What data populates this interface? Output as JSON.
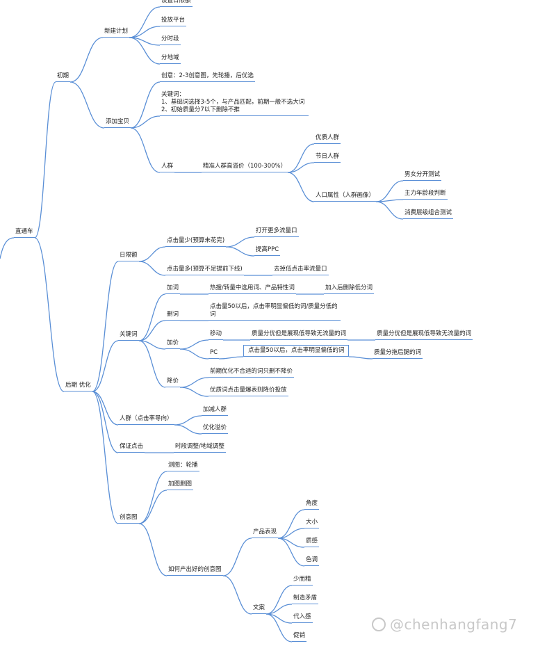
{
  "root": "直通车",
  "early": {
    "label": "初期",
    "new_plan": {
      "label": "新建计划",
      "children": [
        "设置日限额",
        "投放平台",
        "分时段",
        "分地域"
      ]
    },
    "add_item": {
      "label": "添加宝贝",
      "creative": "创意：2-3创意图，先轮播，后优选",
      "keywords": "关键词：\n1、基础词选择3-5个，与产品匹配，前期一般不选大词\n2、初始质量分7以下删除不推",
      "crowd": {
        "label": "人群",
        "bid": "精准人群高溢价（100-300%）",
        "children": [
          "优质人群",
          "节日人群"
        ],
        "demographics": {
          "label": "人口属性（人群画像）",
          "children": [
            "男女分开测试",
            "主力年龄段判断",
            "消费层级组合测试"
          ]
        }
      }
    }
  },
  "later": {
    "label": "后期 优化",
    "budget": {
      "label": "日限额",
      "few_clicks": "点击量少(预算未花完)",
      "few_clicks_actions": [
        "打开更多流量口",
        "提高PPC"
      ],
      "many_clicks": "点击量多(预算不足提前下线)",
      "many_clicks_action": "去掉低点击率流量口"
    },
    "keywords": {
      "label": "关键词",
      "add_word": "加词",
      "add_word_desc": "热搜/转量中选用词、产品特性词",
      "add_word_after": "加入后删除低分词",
      "delete_word": "删词",
      "delete_word_desc": "点击量50以后，点击率明显偏低的词/质量分低的词",
      "raise_bid": "加价",
      "mobile": "移动",
      "mobile_desc": "质量分优但是展现低导致无流量的词",
      "mobile_desc_2": "质量分优但是展现低导致无流量的词",
      "pc": "PC",
      "pc_desc": "点击量50以后，点击率明显偏低的词",
      "pc_desc_2": "质量分拖后腿的词",
      "lower_bid": "降价",
      "lower_1": "前期优化不合适的词只删不降价",
      "lower_2": "优质词点击量爆表则降价投放"
    },
    "crowd": {
      "label": "人群（点击率导向）",
      "children": [
        "加减人群",
        "优化溢价"
      ]
    },
    "guarantee": {
      "label": "保证点击",
      "child": "时段调整/地域调整"
    },
    "creative": {
      "label": "创意图",
      "test": "测图：轮播",
      "add": "加图删图",
      "how": {
        "label": "如何产出好的创意图",
        "product": {
          "label": "产品表现",
          "children": [
            "角度",
            "大小",
            "质感",
            "色调"
          ]
        },
        "copy": {
          "label": "文案",
          "children": [
            "少而精",
            "制造矛盾",
            "代入感",
            "促销"
          ]
        }
      }
    }
  },
  "watermark": "@chenhangfang7",
  "colors": {
    "line": "#5a8fd6",
    "text": "#222222",
    "watermark": "#c8c8c8"
  }
}
